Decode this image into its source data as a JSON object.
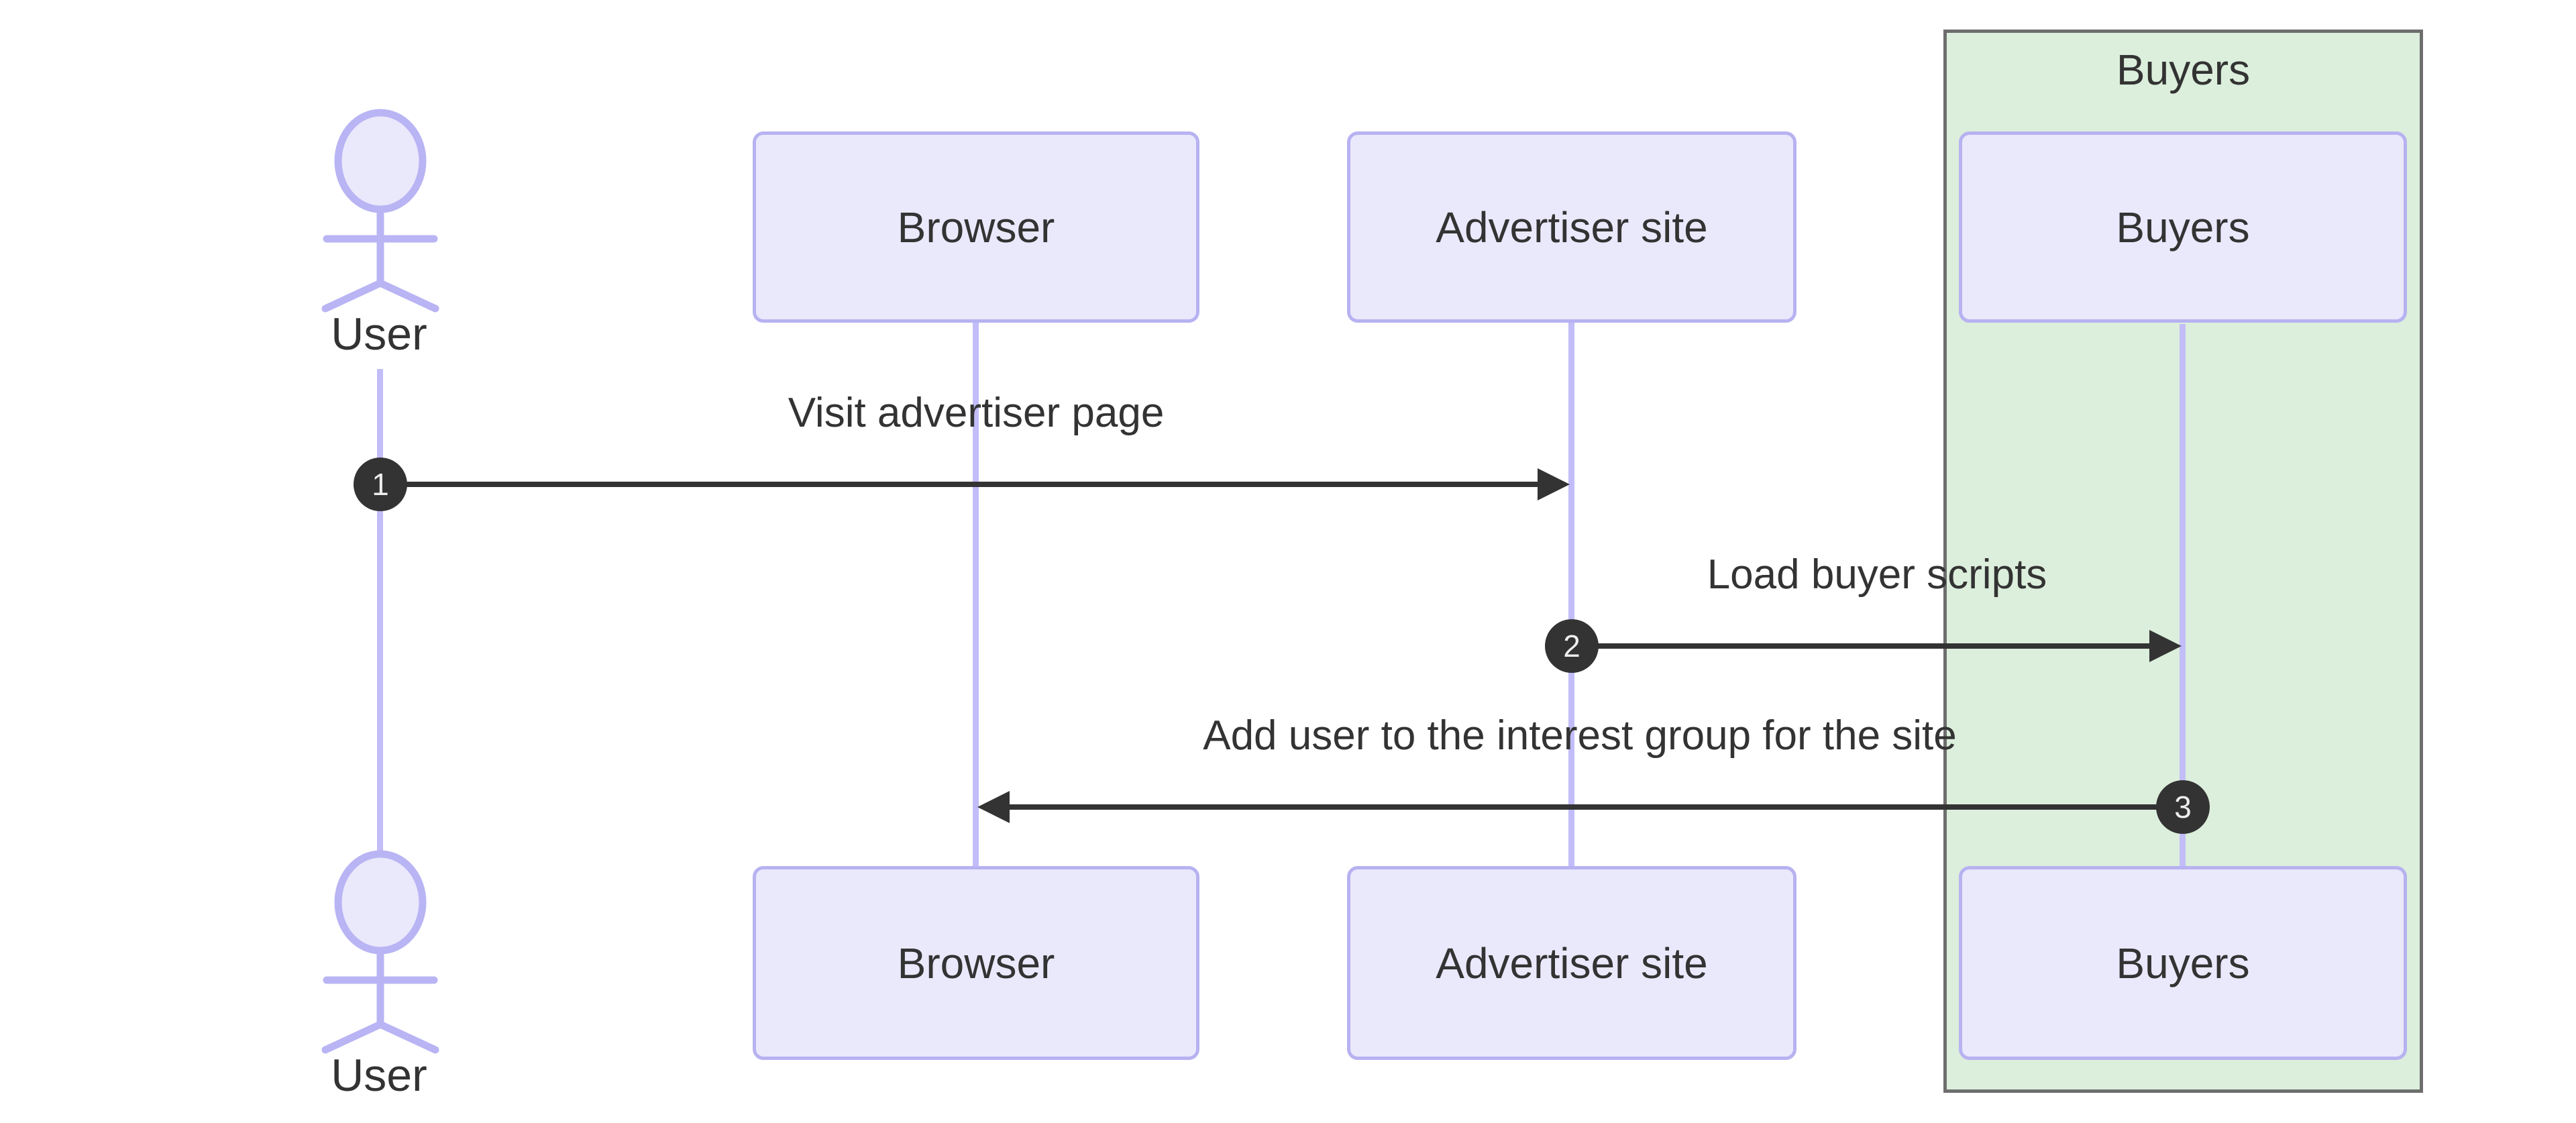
{
  "diagram": {
    "diagram_type": "sequence-diagram",
    "group": {
      "label": "Buyers"
    },
    "actor": {
      "label": "User"
    },
    "participants": [
      {
        "label": "Browser"
      },
      {
        "label": "Advertiser site"
      },
      {
        "label": "Buyers"
      }
    ],
    "messages": [
      {
        "num": "1",
        "text": "Visit advertiser page",
        "from": "User",
        "to": "Advertiser site",
        "direction": "right"
      },
      {
        "num": "2",
        "text": "Load buyer scripts",
        "from": "Advertiser site",
        "to": "Buyers",
        "direction": "right"
      },
      {
        "num": "3",
        "text": "Add user to the interest group for the site",
        "from": "Buyers",
        "to": "Browser",
        "direction": "left"
      }
    ],
    "colors": {
      "participant_fill": "#EAE8FB",
      "participant_border": "#B7B2F1",
      "lifeline": "#C2BDF8",
      "group_fill": "#DCEEDC",
      "group_border": "#6E6E6E",
      "message_line": "#333333",
      "badge_fill": "#333333",
      "badge_text": "#EDEDED",
      "text": "#333333"
    }
  }
}
